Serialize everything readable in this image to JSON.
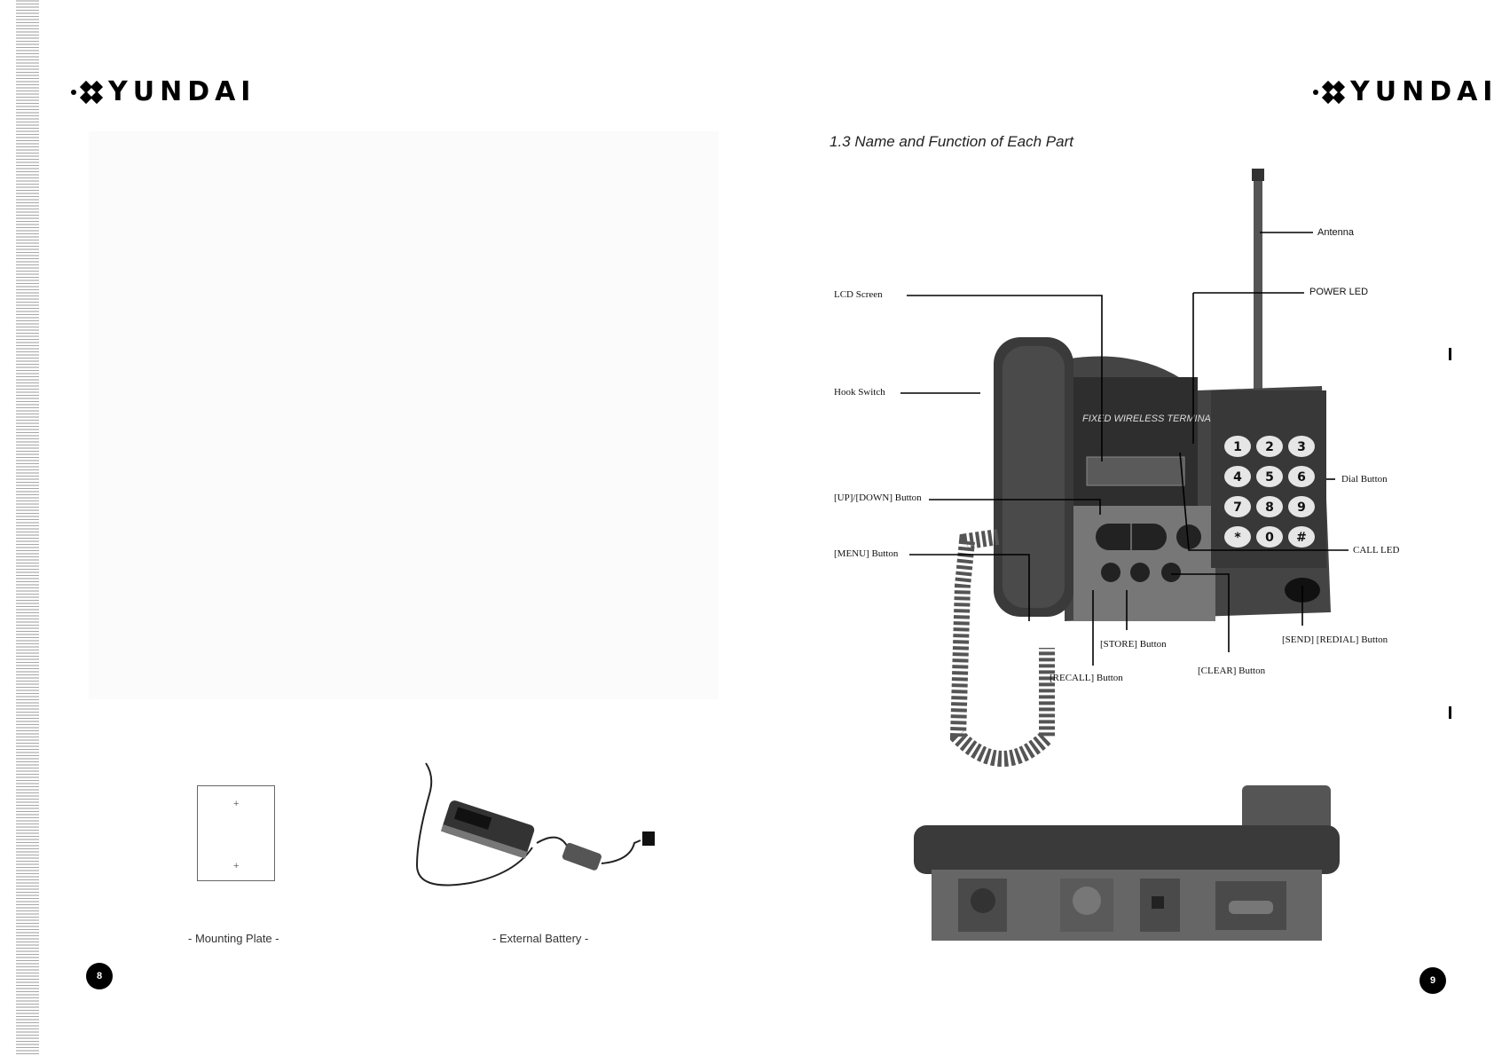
{
  "brand": {
    "name": "YUNDAI"
  },
  "left_page": {
    "page_number": "8",
    "captions": {
      "mounting_plate": "- Mounting Plate -",
      "external_battery": "- External Battery -"
    }
  },
  "right_page": {
    "page_number": "9",
    "section_title": "1.3 Name and Function of Each Part",
    "callouts": {
      "antenna": "Antenna",
      "power_led": "POWER LED",
      "lcd_screen": "LCD Screen",
      "hook_switch": "Hook Switch",
      "up_down": "[UP]/[DOWN] Button",
      "menu": "[MENU] Button",
      "dial": "Dial Button",
      "call_led": "CALL LED",
      "store": "[STORE] Button",
      "recall": "[RECALL] Button",
      "clear": "[CLEAR] Button",
      "send_redial": "[SEND] [REDIAL] Button"
    },
    "device_text": {
      "panel_label": "FIXED WIRELESS TERMINAL"
    },
    "keypad": [
      "1",
      "2",
      "3",
      "4",
      "5",
      "6",
      "7",
      "8",
      "9",
      "*",
      "0",
      "#"
    ]
  }
}
